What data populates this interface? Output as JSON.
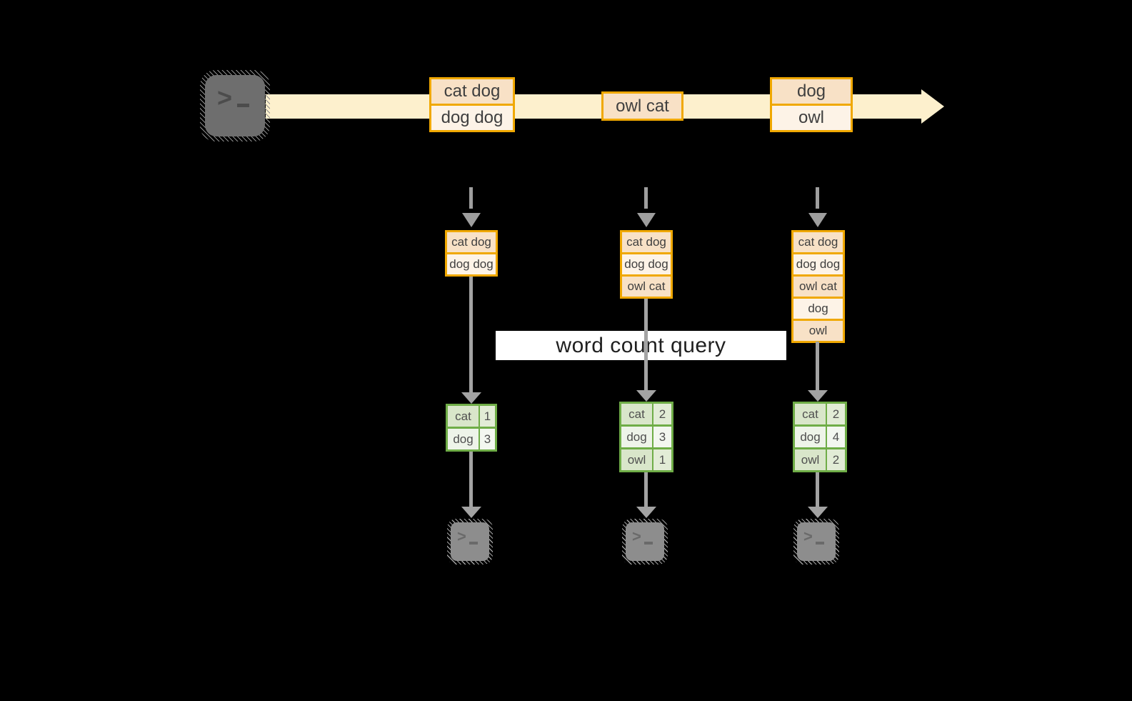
{
  "query": {
    "label": "word count query"
  },
  "terminal": {
    "prompt": ">",
    "cursor_icon": "cursor-underscore"
  },
  "stream": {
    "batches": [
      {
        "rows": [
          "cat dog",
          "dog dog"
        ]
      },
      {
        "rows": [
          "owl cat"
        ]
      },
      {
        "rows": [
          "dog",
          "owl"
        ]
      }
    ]
  },
  "columns": [
    {
      "stack": [
        "cat dog",
        "dog dog"
      ],
      "counts": [
        {
          "word": "cat",
          "count": "1"
        },
        {
          "word": "dog",
          "count": "3"
        }
      ]
    },
    {
      "stack": [
        "cat dog",
        "dog dog",
        "owl cat"
      ],
      "counts": [
        {
          "word": "cat",
          "count": "2"
        },
        {
          "word": "dog",
          "count": "3"
        },
        {
          "word": "owl",
          "count": "1"
        }
      ]
    },
    {
      "stack": [
        "cat dog",
        "dog dog",
        "owl cat",
        "dog",
        "owl"
      ],
      "counts": [
        {
          "word": "cat",
          "count": "2"
        },
        {
          "word": "dog",
          "count": "4"
        },
        {
          "word": "owl",
          "count": "2"
        }
      ]
    }
  ],
  "colors": {
    "background": "#000000",
    "stream_band": "#fdf0cd",
    "orange_border": "#f0a800",
    "peach_dark": "#f8e1c6",
    "peach_light": "#fdf3e7",
    "green_border": "#6fad47",
    "green_cell_dark": "#d9e6ca",
    "green_cell_light": "#eef4e9",
    "connector_gray": "#a3a3a3",
    "terminal_dark_gray": "#6e6e6e",
    "terminal_light_gray": "#8d8d8d"
  }
}
